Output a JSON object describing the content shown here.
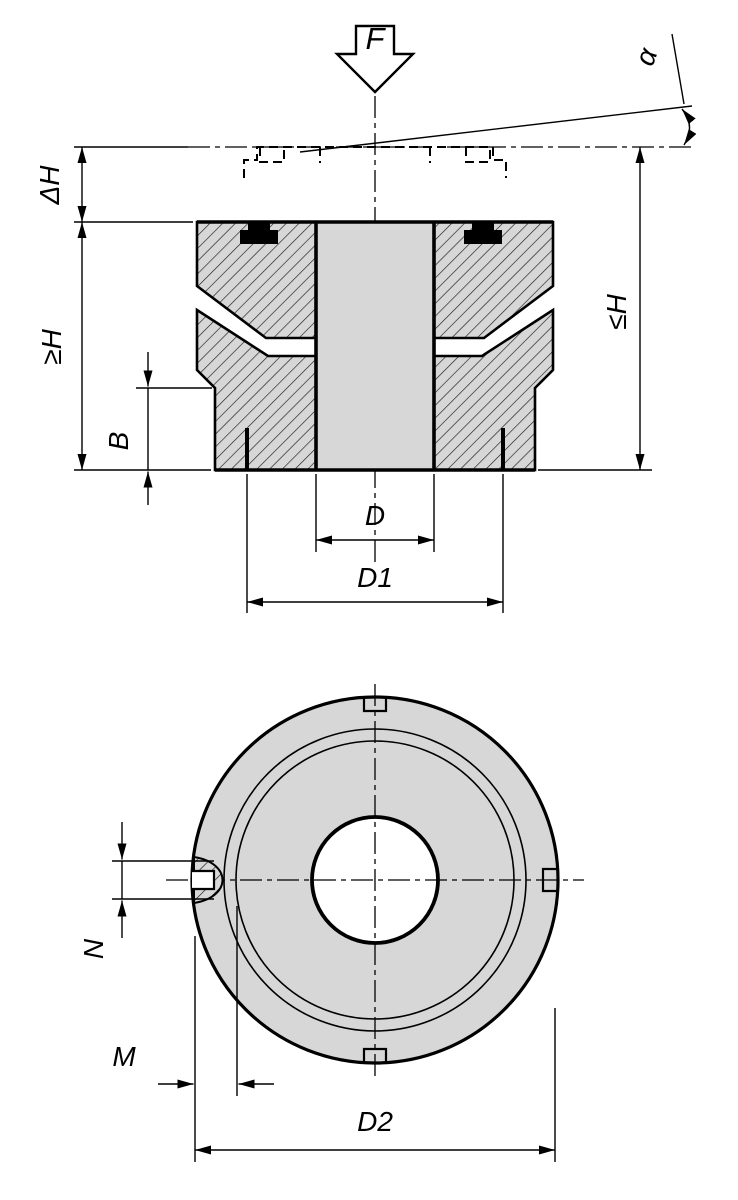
{
  "drawing": {
    "kind": "technical drawing of a levelling element: sectional view (top) and plan view (bottom)",
    "colors": {
      "line": "#000000",
      "part_fill": "#d7d7d7",
      "background": "#ffffff"
    }
  },
  "section": {
    "force_label": "F",
    "angle_label": "α",
    "dim_delta_h": "ΔH",
    "dim_min_height": "≥H",
    "dim_b": "B",
    "dim_max_height": "≤H",
    "dim_d": "D",
    "dim_d1": "D1"
  },
  "plan": {
    "dim_n": "N",
    "dim_m": "M",
    "dim_d2": "D2"
  }
}
